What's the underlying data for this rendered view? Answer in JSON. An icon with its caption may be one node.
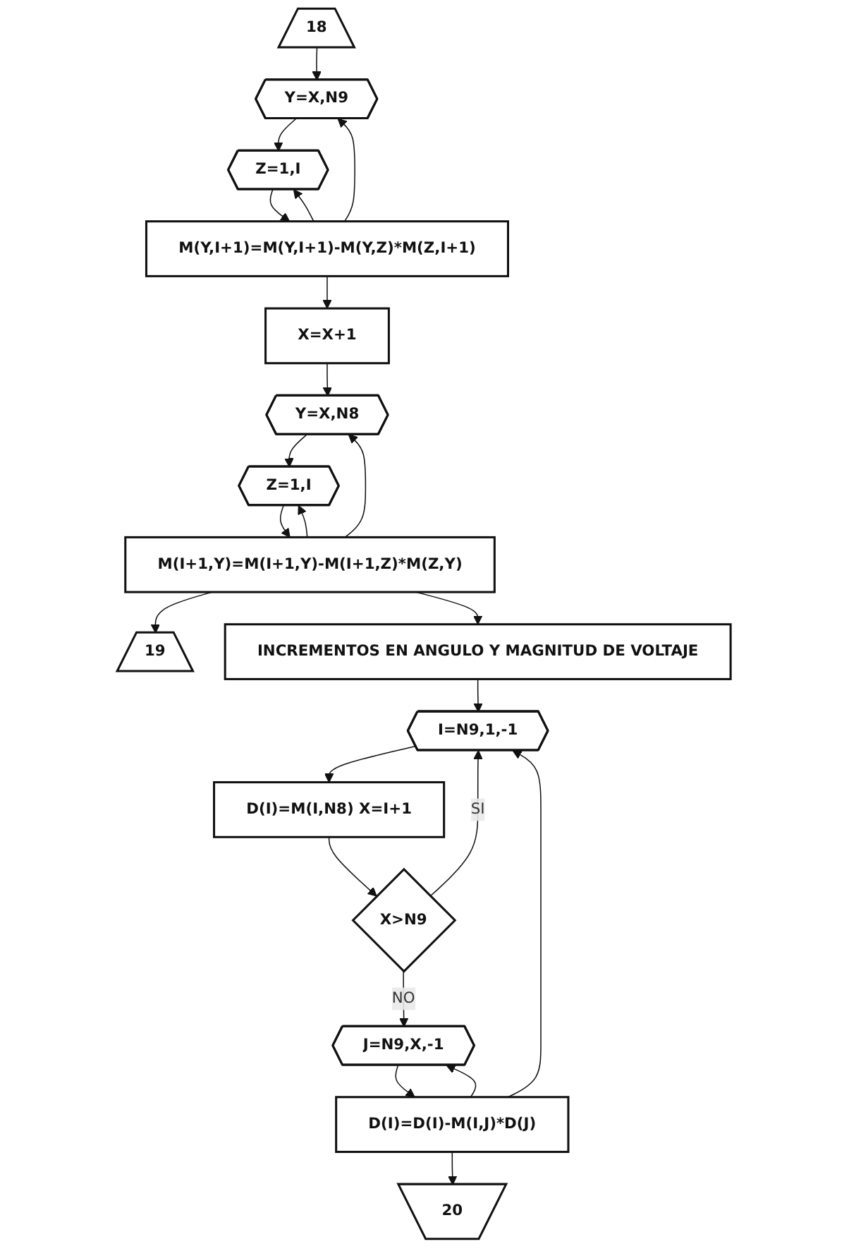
{
  "diagram": {
    "nodes": [
      {
        "text": [
          "18"
        ]
      },
      {
        "text": [
          "19"
        ]
      },
      {
        "text": [
          "Y=X,N9"
        ]
      },
      {
        "text": [
          "Z=1,I"
        ]
      },
      {
        "text": [
          "M(Y,I+1)=M(Y,I+1)-M(Y,Z)*M(Z,I+1)"
        ]
      },
      {
        "text": [
          "X=X+1"
        ]
      },
      {
        "text": [
          "Y=X,N8"
        ]
      },
      {
        "text": [
          "Z=1,I"
        ]
      },
      {
        "text": [
          "M(I+1,Y)=M(I+1,Y)-M(I+1,Z)*M(Z,Y)"
        ]
      },
      {
        "text": [
          "INCREMENTOS EN ANGULO Y MAGNITUD DE VOLTAJE"
        ]
      },
      {
        "text": [
          "I=N9,1,-1"
        ]
      },
      {
        "text": [
          "D(I)=M(I,N8) X=I+1"
        ]
      },
      {
        "text": [
          "X>N9"
        ]
      },
      {
        "text": [
          "J=N9,X,-1"
        ]
      },
      {
        "text": [
          "D(I)=D(I)-M(I,J)*D(J)"
        ]
      },
      {
        "text": [
          "20"
        ]
      }
    ],
    "edges": [
      {
        "from": 0,
        "to": 2,
        "arrow": "to"
      },
      {
        "from": 2,
        "to": 3,
        "arrow": "to"
      },
      {
        "from": 3,
        "to": 4,
        "arrow": "to"
      },
      {
        "from": 4,
        "to": 3,
        "arrow": "to"
      },
      {
        "from": 4,
        "to": 2,
        "arrow": "to"
      },
      {
        "from": 4,
        "to": 5,
        "arrow": "to"
      },
      {
        "from": 5,
        "to": 6,
        "arrow": "to"
      },
      {
        "from": 6,
        "to": 7,
        "arrow": "to"
      },
      {
        "from": 7,
        "to": 8,
        "arrow": "to"
      },
      {
        "from": 8,
        "to": 7,
        "arrow": "to"
      },
      {
        "from": 8,
        "to": 6,
        "arrow": "to"
      },
      {
        "from": 8,
        "to": 1,
        "arrow": "to"
      },
      {
        "from": 8,
        "to": 9,
        "arrow": "to"
      },
      {
        "from": 9,
        "to": 10,
        "arrow": "to"
      },
      {
        "from": 10,
        "to": 11,
        "arrow": "to"
      },
      {
        "from": 11,
        "to": 12,
        "arrow": "to"
      },
      {
        "from": 12,
        "to": 10,
        "label": "SI",
        "arrow": "to"
      },
      {
        "from": 12,
        "to": 13,
        "label": "NO",
        "arrow": "to"
      },
      {
        "from": 13,
        "to": 14,
        "arrow": "to"
      },
      {
        "from": 14,
        "to": 13,
        "arrow": "to"
      },
      {
        "from": 14,
        "to": 10,
        "arrow": "to"
      },
      {
        "from": 14,
        "to": 15,
        "arrow": "to"
      }
    ]
  }
}
